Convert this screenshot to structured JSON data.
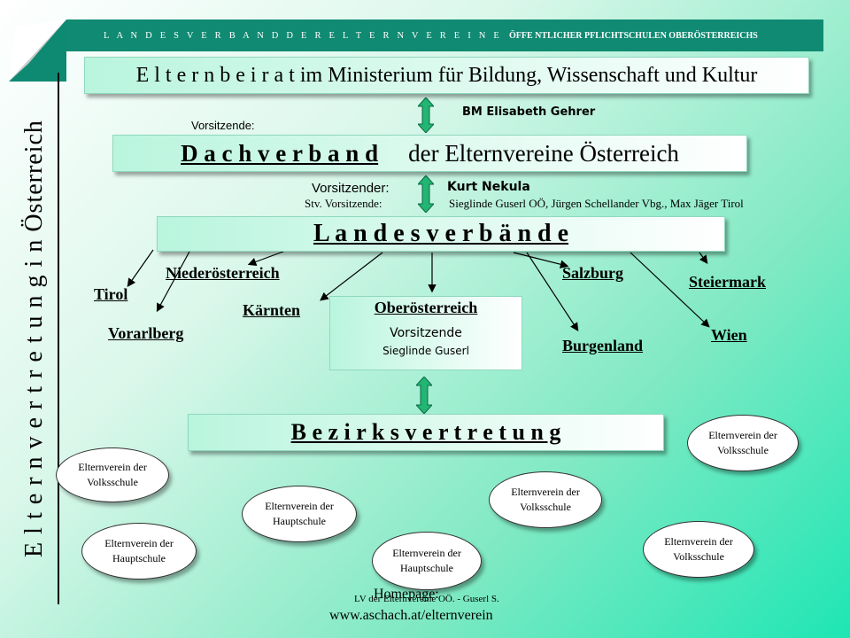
{
  "header": {
    "spaced_text": "L A N D E S V E R B A N D   D E R   E L T E R N V E R E I N E",
    "rest_text": "ÖFFE NTLICHER PFLICHTSCHULEN OBERÖSTERREICHS"
  },
  "sidebar": {
    "vertical_title": "E l t e r n v e r t r e t u n g   i n   Österreich"
  },
  "elternbeirat": {
    "title": "E l t e r n b e i r a t im Ministerium für Bildung, Wissenschaft und Kultur",
    "vorsitzende_label": "Vorsitzende:",
    "vorsitzende_name": "BM Elisabeth Gehrer"
  },
  "dachverband": {
    "title_spaced": "D a c h v e r b a n d",
    "title_rest": "der Elternvereine Österreich",
    "vorsitzender_label": "Vorsitzender:",
    "vorsitzender_name": "Kurt Nekula",
    "stv_label": "Stv. Vorsitzende:",
    "stv_names": "Sieglinde Guserl  OÖ, Jürgen Schellander Vbg., Max Jäger Tirol"
  },
  "landesverbaende": {
    "title": "L a n d e s v e r b ä n d e",
    "regions": {
      "tirol": "Tirol",
      "vorarlberg": "Vorarlberg",
      "niederoesterreich": "Niederösterreich",
      "kaernten": "Kärnten",
      "salzburg": "Salzburg",
      "burgenland": "Burgenland",
      "steiermark": "Steiermark",
      "wien": "Wien"
    },
    "ooe": {
      "title": "Oberösterreich",
      "label": "Vorsitzende",
      "name": "Sieglinde Guserl"
    }
  },
  "bezirk": {
    "title": "B e z i r k s v e r t r e t u n g"
  },
  "vereine": {
    "line1": "Elternverein der",
    "volksschule": "Volksschule",
    "hauptschule": "Hauptschule"
  },
  "footer": {
    "homepage_label": "Homepage:",
    "credit": "LV der Elternvereine OÖ. - Guserl S.",
    "url": "www.aschach.at/elternverein"
  },
  "colors": {
    "header_bar": "#108a72",
    "arrow_fill": "#22b573",
    "background_end": "#1ee6b4"
  }
}
